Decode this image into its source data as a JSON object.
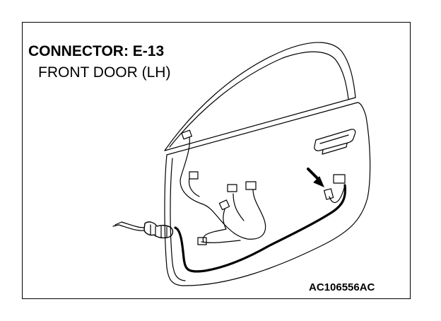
{
  "diagram": {
    "title": "CONNECTOR: E-13",
    "subtitle": "FRONT DOOR (LH)",
    "figure_code": "AC106556AC"
  },
  "colors": {
    "line": "#000000",
    "background": "#ffffff"
  }
}
